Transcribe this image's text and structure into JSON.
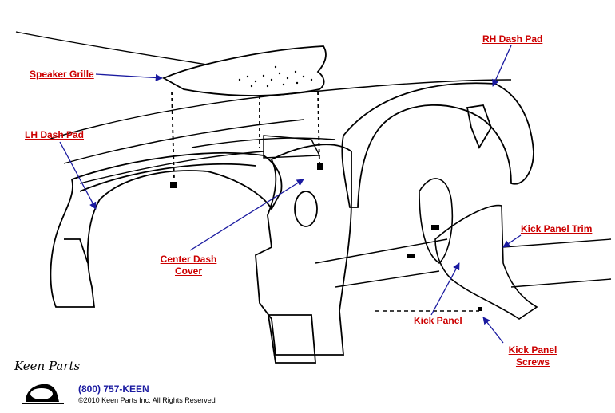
{
  "labels": {
    "speaker_grille": "Speaker Grille",
    "rh_dash_pad": "RH Dash Pad",
    "lh_dash_pad": "LH Dash Pad",
    "center_dash_cover_line1": "Center Dash",
    "center_dash_cover_line2": "Cover",
    "kick_panel_trim": "Kick Panel Trim",
    "kick_panel": "Kick Panel",
    "kick_panel_screws_line1": "Kick Panel",
    "kick_panel_screws_line2": "Screws"
  },
  "footer": {
    "brand": "Keen Parts",
    "phone": "(800) 757-KEEN",
    "copyright": "©2010 Keen Parts Inc. All Rights Reserved"
  },
  "colors": {
    "label_red": "#cc0000",
    "arrow_blue": "#1a1aa0",
    "ink": "#000000"
  },
  "icons": {
    "logo": "car-logo-icon"
  }
}
